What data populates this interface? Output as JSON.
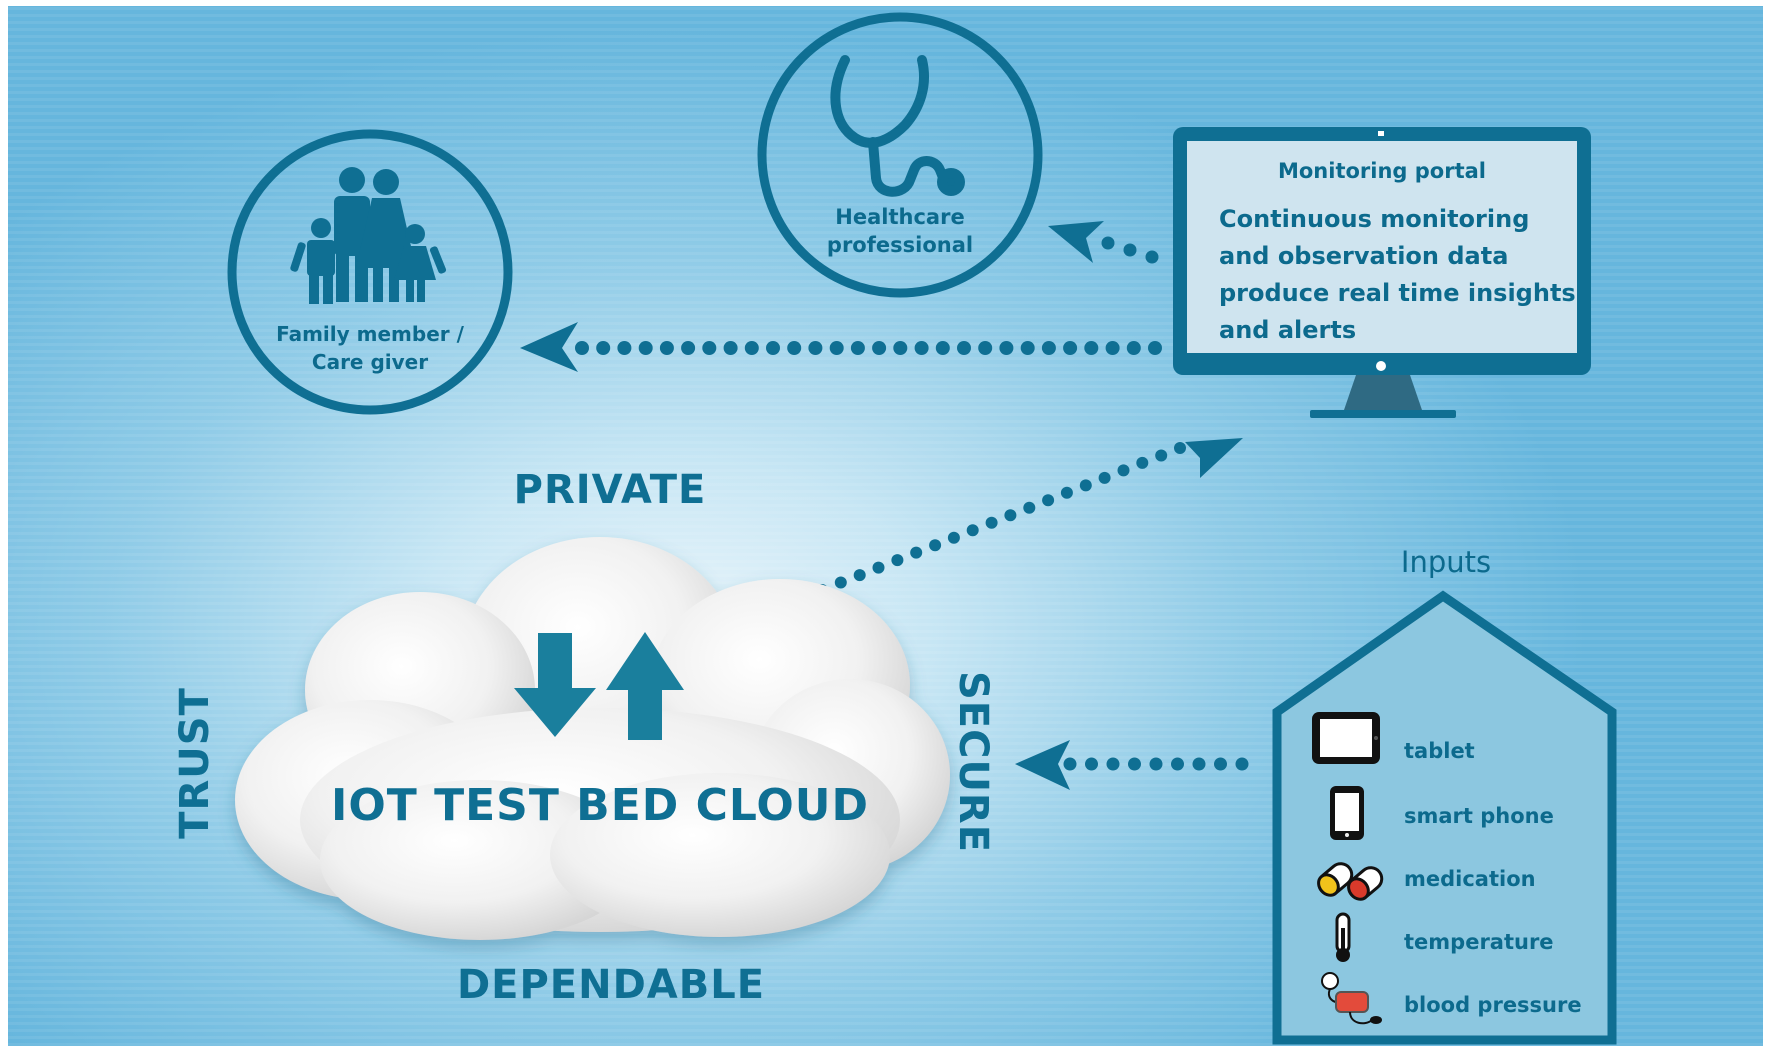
{
  "monitor": {
    "title": "Monitoring portal",
    "lines": [
      "Continuous monitoring",
      "and observation data",
      "produce real time insights",
      "and alerts"
    ]
  },
  "healthcare": {
    "line1": "Healthcare",
    "line2": "professional"
  },
  "family": {
    "line1": "Family member /",
    "line2": "Care giver"
  },
  "cloud": {
    "label": "IOT TEST BED CLOUD"
  },
  "words": {
    "top": "PRIVATE",
    "bottom": "DEPENDABLE",
    "left": "TRUST",
    "right": "SECURE"
  },
  "inputs": {
    "heading": "Inputs",
    "items": [
      {
        "label": "tablet",
        "icon": "tablet-icon"
      },
      {
        "label": "smart phone",
        "icon": "smartphone-icon"
      },
      {
        "label": "medication",
        "icon": "pills-icon"
      },
      {
        "label": "temperature",
        "icon": "thermometer-icon"
      },
      {
        "label": "blood pressure",
        "icon": "blood-pressure-icon"
      }
    ]
  },
  "colors": {
    "primary": "#0f6f93",
    "screen": "#cde3ee",
    "house_fill": "#8cc7e0"
  }
}
